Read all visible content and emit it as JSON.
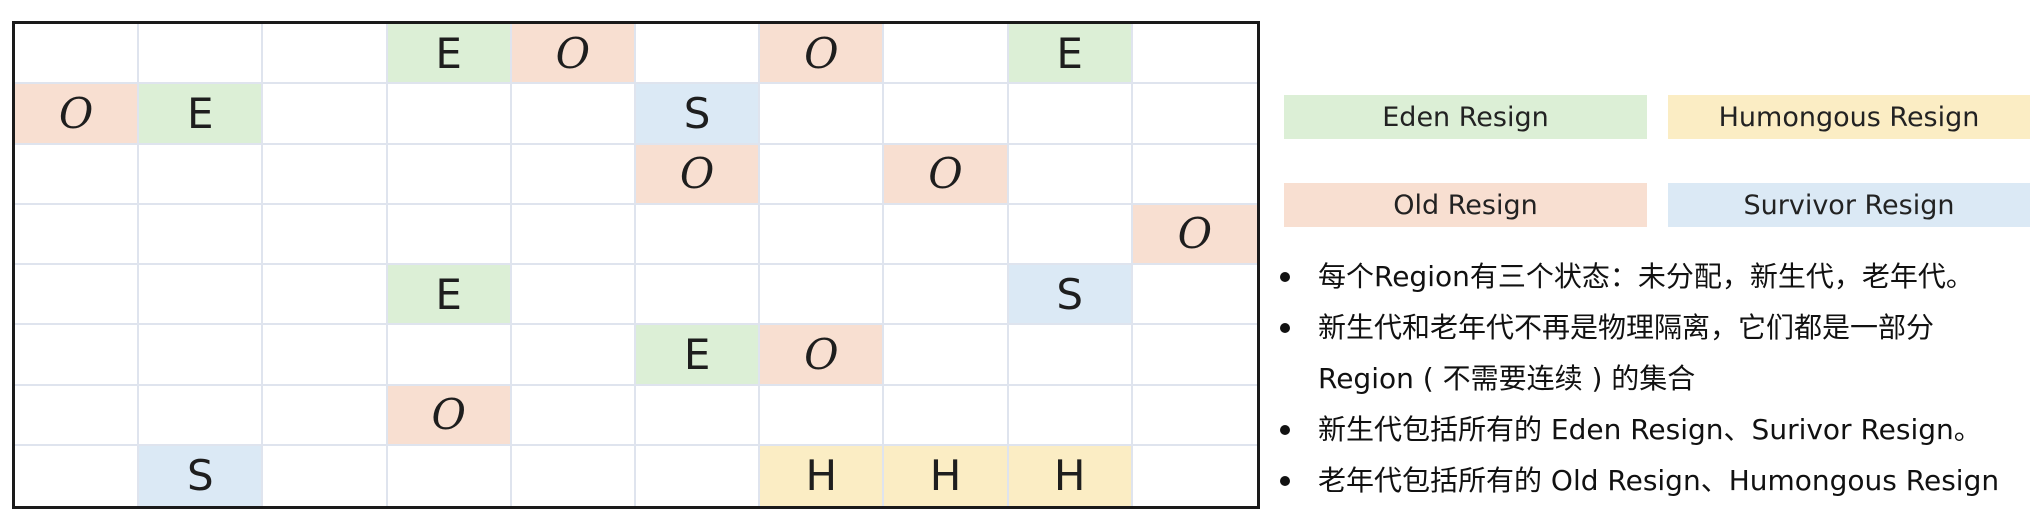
{
  "grid": {
    "columns": 10,
    "rows": [
      [
        "",
        "",
        "",
        "E",
        "O",
        "",
        "O",
        "",
        "E",
        ""
      ],
      [
        "O",
        "E",
        "",
        "",
        "",
        "S",
        "",
        "",
        "",
        ""
      ],
      [
        "",
        "",
        "",
        "",
        "",
        "O",
        "",
        "O",
        "",
        ""
      ],
      [
        "",
        "",
        "",
        "",
        "",
        "",
        "",
        "",
        "",
        "O"
      ],
      [
        "",
        "",
        "",
        "E",
        "",
        "",
        "",
        "",
        "S",
        ""
      ],
      [
        "",
        "",
        "",
        "",
        "",
        "E",
        "O",
        "",
        "",
        ""
      ],
      [
        "",
        "",
        "",
        "O",
        "",
        "",
        "",
        "",
        "",
        ""
      ],
      [
        "",
        "S",
        "",
        "",
        "",
        "",
        "H",
        "H",
        "H",
        ""
      ]
    ]
  },
  "colors": {
    "eden": "#dcefd6",
    "old": "#f8dfd1",
    "survivor": "#dbe9f5",
    "humongous": "#fbedc4",
    "grid_line": "#dfe4ee",
    "border": "#1a1a1a"
  },
  "legend": {
    "eden": "Eden Resign",
    "humongous": "Humongous Resign",
    "old": "Old Resign",
    "survivor": "Survivor Resign"
  },
  "notes": [
    {
      "line1": "每个Region有三个状态：未分配，新生代，老年代。",
      "line2": ""
    },
    {
      "line1": "新生代和老年代不再是物理隔离，它们都是一部分",
      "line2": "Region ( 不需要连续 ) 的集合"
    },
    {
      "line1": "新生代包括所有的 Eden Resign、Surivor Resign。",
      "line2": ""
    },
    {
      "line1": "老年代包括所有的 Old Resign、Humongous Resign",
      "line2": ""
    }
  ]
}
